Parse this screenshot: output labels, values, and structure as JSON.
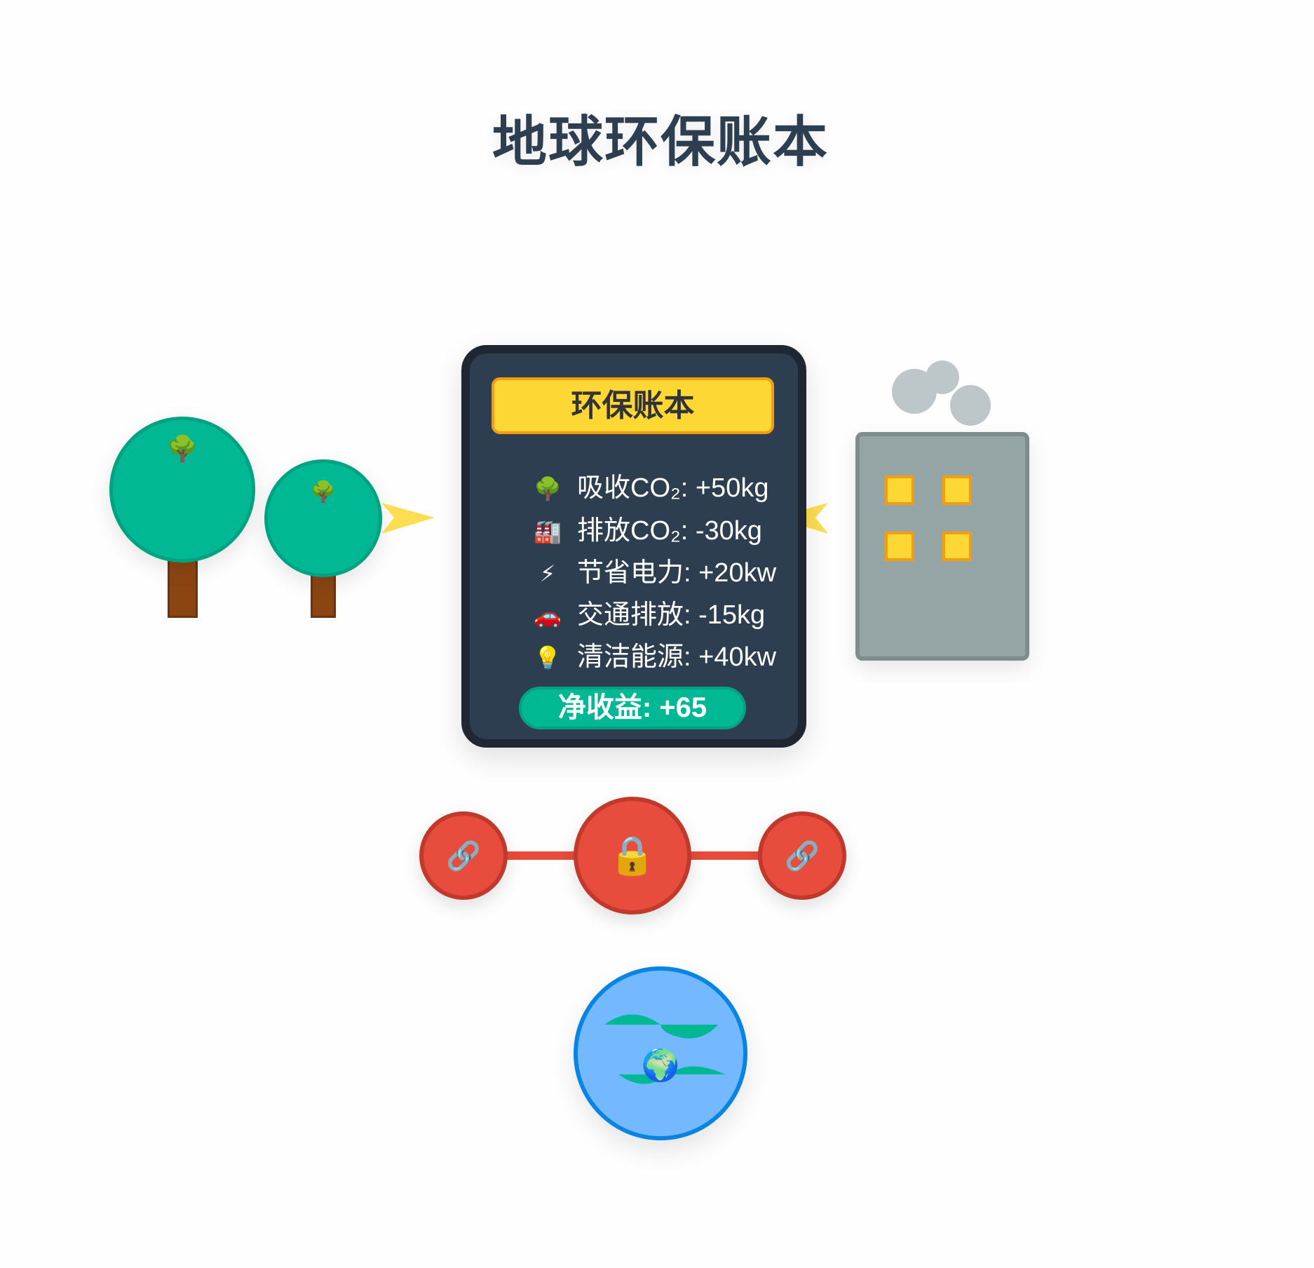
{
  "title": "地球环保账本",
  "ledger": {
    "header": "环保账本",
    "items": [
      {
        "icon": "🌳",
        "icon_name": "tree-icon",
        "text": "吸收CO₂: +50kg"
      },
      {
        "icon": "🏭",
        "icon_name": "factory-icon",
        "text": "排放CO₂: -30kg"
      },
      {
        "icon": "⚡",
        "icon_name": "lightning-icon",
        "text": "节省电力: +20kw"
      },
      {
        "icon": "🚗",
        "icon_name": "car-icon",
        "text": "交通排放: -15kg"
      },
      {
        "icon": "💡",
        "icon_name": "lightbulb-icon",
        "text": "清洁能源: +40kw"
      }
    ],
    "net": "净收益: +65"
  },
  "trees": {
    "emoji": "🌳"
  },
  "chain": {
    "link_emoji": "🔗",
    "lock_emoji": "🔒"
  },
  "globe": {
    "emoji": "🌍"
  },
  "colors": {
    "green": "#00b894",
    "yellow": "#fdd835",
    "red": "#e74c3c",
    "card": "#2c3e50",
    "blue": "#74b9ff"
  }
}
